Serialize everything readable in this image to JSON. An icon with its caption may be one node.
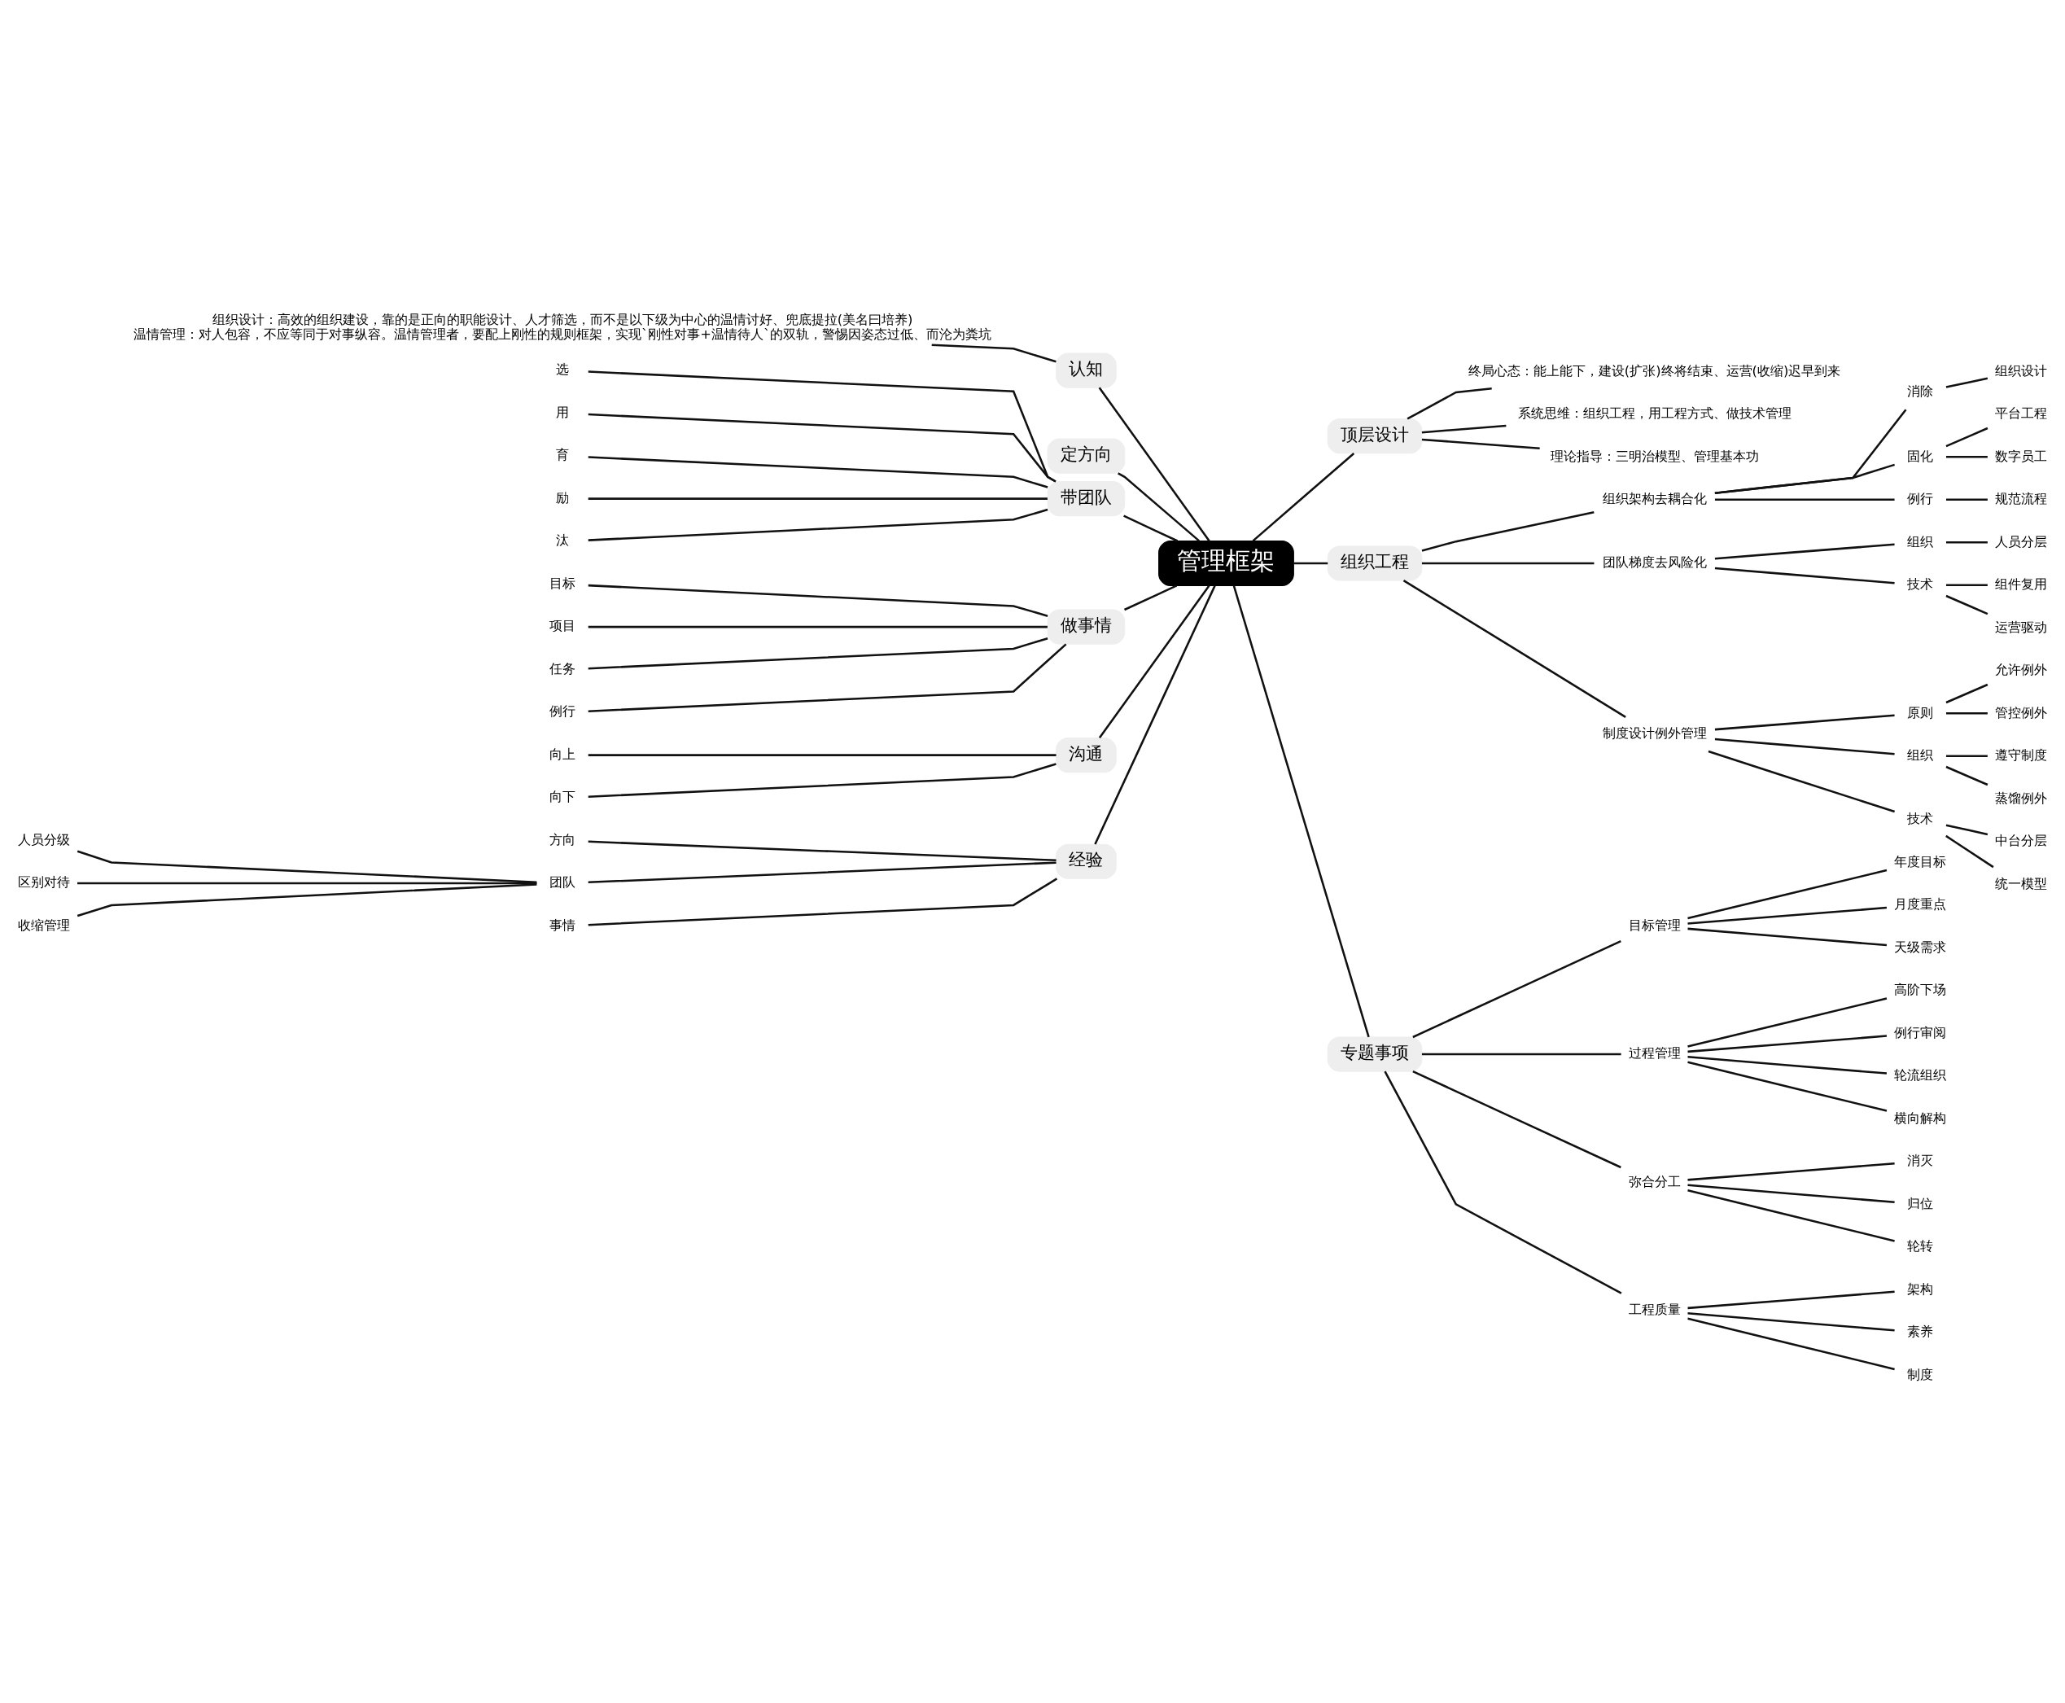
{
  "diagram": {
    "nodes": [
      {
        "text": [
          "管理框架"
        ]
      },
      {
        "text": [
          "顶层设计"
        ]
      },
      {
        "text": [
          "终局心态：能上能下，建设(扩张)终将结束、运营(收缩)迟早到来"
        ]
      },
      {
        "text": [
          "系统思维：组织工程，用工程方式、做技术管理"
        ]
      },
      {
        "text": [
          "理论指导：三明治模型、管理基本功"
        ]
      },
      {
        "text": [
          "组织工程"
        ]
      },
      {
        "text": [
          "组织架构去耦合化"
        ]
      },
      {
        "text": [
          "消除"
        ]
      },
      {
        "text": [
          "组织设计"
        ]
      },
      {
        "text": [
          "固化"
        ]
      },
      {
        "text": [
          "平台工程"
        ]
      },
      {
        "text": [
          "数字员工"
        ]
      },
      {
        "text": [
          "例行"
        ]
      },
      {
        "text": [
          "规范流程"
        ]
      },
      {
        "text": [
          "团队梯度去风险化"
        ]
      },
      {
        "text": [
          "组织"
        ]
      },
      {
        "text": [
          "人员分层"
        ]
      },
      {
        "text": [
          "技术"
        ]
      },
      {
        "text": [
          "组件复用"
        ]
      },
      {
        "text": [
          "运营驱动"
        ]
      },
      {
        "text": [
          "制度设计例外管理"
        ]
      },
      {
        "text": [
          "原则"
        ]
      },
      {
        "text": [
          "允许例外"
        ]
      },
      {
        "text": [
          "管控例外"
        ]
      },
      {
        "text": [
          "组织"
        ]
      },
      {
        "text": [
          "遵守制度"
        ]
      },
      {
        "text": [
          "蒸馏例外"
        ]
      },
      {
        "text": [
          "技术"
        ]
      },
      {
        "text": [
          "中台分层"
        ]
      },
      {
        "text": [
          "统一模型"
        ]
      },
      {
        "text": [
          "专题事项"
        ]
      },
      {
        "text": [
          "目标管理"
        ]
      },
      {
        "text": [
          "年度目标"
        ]
      },
      {
        "text": [
          "月度重点"
        ]
      },
      {
        "text": [
          "天级需求"
        ]
      },
      {
        "text": [
          "过程管理"
        ]
      },
      {
        "text": [
          "高阶下场"
        ]
      },
      {
        "text": [
          "例行审阅"
        ]
      },
      {
        "text": [
          "轮流组织"
        ]
      },
      {
        "text": [
          "横向解构"
        ]
      },
      {
        "text": [
          "弥合分工"
        ]
      },
      {
        "text": [
          "消灭"
        ]
      },
      {
        "text": [
          "归位"
        ]
      },
      {
        "text": [
          "轮转"
        ]
      },
      {
        "text": [
          "工程质量"
        ]
      },
      {
        "text": [
          "架构"
        ]
      },
      {
        "text": [
          "素养"
        ]
      },
      {
        "text": [
          "制度"
        ]
      },
      {
        "text": [
          "认知"
        ]
      },
      {
        "text": [
          "组织设计：高效的组织建设，靠的是正向的职能设计、人才筛选，而不是以下级为中心的温情讨好、兜底提拉(美名曰培养)",
          "温情管理：对人包容，不应等同于对事纵容。温情管理者，要配上刚性的规则框架，实现`刚性对事+温情待人`的双轨，警惕因姿态过低、而沦为粪坑"
        ]
      },
      {
        "text": [
          "定方向"
        ]
      },
      {
        "text": [
          "带团队"
        ]
      },
      {
        "text": [
          "选"
        ]
      },
      {
        "text": [
          "用"
        ]
      },
      {
        "text": [
          "育"
        ]
      },
      {
        "text": [
          "励"
        ]
      },
      {
        "text": [
          "汰"
        ]
      },
      {
        "text": [
          "做事情"
        ]
      },
      {
        "text": [
          "目标"
        ]
      },
      {
        "text": [
          "项目"
        ]
      },
      {
        "text": [
          "任务"
        ]
      },
      {
        "text": [
          "例行"
        ]
      },
      {
        "text": [
          "沟通"
        ]
      },
      {
        "text": [
          "向上"
        ]
      },
      {
        "text": [
          "向下"
        ]
      },
      {
        "text": [
          "经验"
        ]
      },
      {
        "text": [
          "方向"
        ]
      },
      {
        "text": [
          "团队"
        ]
      },
      {
        "text": [
          "人员分级"
        ]
      },
      {
        "text": [
          "区别对待"
        ]
      },
      {
        "text": [
          "收缩管理"
        ]
      },
      {
        "text": [
          "事情"
        ]
      }
    ],
    "edges": [
      {
        "from": 0,
        "to": 1,
        "arrow": "none"
      },
      {
        "from": 1,
        "to": 2,
        "arrow": "none"
      },
      {
        "from": 1,
        "to": 3,
        "arrow": "none"
      },
      {
        "from": 1,
        "to": 4,
        "arrow": "none"
      },
      {
        "from": 0,
        "to": 5,
        "arrow": "none"
      },
      {
        "from": 5,
        "to": 6,
        "arrow": "none"
      },
      {
        "from": 6,
        "to": 7,
        "arrow": "none"
      },
      {
        "from": 7,
        "to": 8,
        "arrow": "none"
      },
      {
        "from": 6,
        "to": 9,
        "arrow": "none"
      },
      {
        "from": 9,
        "to": 10,
        "arrow": "none"
      },
      {
        "from": 9,
        "to": 11,
        "arrow": "none"
      },
      {
        "from": 6,
        "to": 12,
        "arrow": "none"
      },
      {
        "from": 12,
        "to": 13,
        "arrow": "none"
      },
      {
        "from": 5,
        "to": 14,
        "arrow": "none"
      },
      {
        "from": 14,
        "to": 15,
        "arrow": "none"
      },
      {
        "from": 15,
        "to": 16,
        "arrow": "none"
      },
      {
        "from": 14,
        "to": 17,
        "arrow": "none"
      },
      {
        "from": 17,
        "to": 18,
        "arrow": "none"
      },
      {
        "from": 17,
        "to": 19,
        "arrow": "none"
      },
      {
        "from": 5,
        "to": 20,
        "arrow": "none"
      },
      {
        "from": 20,
        "to": 21,
        "arrow": "none"
      },
      {
        "from": 21,
        "to": 22,
        "arrow": "none"
      },
      {
        "from": 21,
        "to": 23,
        "arrow": "none"
      },
      {
        "from": 20,
        "to": 24,
        "arrow": "none"
      },
      {
        "from": 24,
        "to": 25,
        "arrow": "none"
      },
      {
        "from": 24,
        "to": 26,
        "arrow": "none"
      },
      {
        "from": 20,
        "to": 27,
        "arrow": "none"
      },
      {
        "from": 27,
        "to": 28,
        "arrow": "none"
      },
      {
        "from": 27,
        "to": 29,
        "arrow": "none"
      },
      {
        "from": 0,
        "to": 30,
        "arrow": "none"
      },
      {
        "from": 30,
        "to": 31,
        "arrow": "none"
      },
      {
        "from": 31,
        "to": 32,
        "arrow": "none"
      },
      {
        "from": 31,
        "to": 33,
        "arrow": "none"
      },
      {
        "from": 31,
        "to": 34,
        "arrow": "none"
      },
      {
        "from": 30,
        "to": 35,
        "arrow": "none"
      },
      {
        "from": 35,
        "to": 36,
        "arrow": "none"
      },
      {
        "from": 35,
        "to": 37,
        "arrow": "none"
      },
      {
        "from": 35,
        "to": 38,
        "arrow": "none"
      },
      {
        "from": 35,
        "to": 39,
        "arrow": "none"
      },
      {
        "from": 30,
        "to": 40,
        "arrow": "none"
      },
      {
        "from": 40,
        "to": 41,
        "arrow": "none"
      },
      {
        "from": 40,
        "to": 42,
        "arrow": "none"
      },
      {
        "from": 40,
        "to": 43,
        "arrow": "none"
      },
      {
        "from": 30,
        "to": 44,
        "arrow": "none"
      },
      {
        "from": 44,
        "to": 45,
        "arrow": "none"
      },
      {
        "from": 44,
        "to": 46,
        "arrow": "none"
      },
      {
        "from": 44,
        "to": 47,
        "arrow": "none"
      },
      {
        "from": 0,
        "to": 48,
        "arrow": "none"
      },
      {
        "from": 48,
        "to": 49,
        "arrow": "none"
      },
      {
        "from": 0,
        "to": 50,
        "arrow": "none"
      },
      {
        "from": 0,
        "to": 51,
        "arrow": "none"
      },
      {
        "from": 51,
        "to": 52,
        "arrow": "none"
      },
      {
        "from": 51,
        "to": 53,
        "arrow": "none"
      },
      {
        "from": 51,
        "to": 54,
        "arrow": "none"
      },
      {
        "from": 51,
        "to": 55,
        "arrow": "none"
      },
      {
        "from": 51,
        "to": 56,
        "arrow": "none"
      },
      {
        "from": 0,
        "to": 57,
        "arrow": "none"
      },
      {
        "from": 57,
        "to": 58,
        "arrow": "none"
      },
      {
        "from": 57,
        "to": 59,
        "arrow": "none"
      },
      {
        "from": 57,
        "to": 60,
        "arrow": "none"
      },
      {
        "from": 57,
        "to": 61,
        "arrow": "none"
      },
      {
        "from": 0,
        "to": 62,
        "arrow": "none"
      },
      {
        "from": 62,
        "to": 63,
        "arrow": "none"
      },
      {
        "from": 62,
        "to": 64,
        "arrow": "none"
      },
      {
        "from": 0,
        "to": 65,
        "arrow": "none"
      },
      {
        "from": 65,
        "to": 66,
        "arrow": "none"
      },
      {
        "from": 65,
        "to": 67,
        "arrow": "none"
      },
      {
        "from": 67,
        "to": 68,
        "arrow": "none"
      },
      {
        "from": 67,
        "to": 69,
        "arrow": "none"
      },
      {
        "from": 67,
        "to": 70,
        "arrow": "none"
      },
      {
        "from": 65,
        "to": 71,
        "arrow": "none"
      }
    ]
  }
}
